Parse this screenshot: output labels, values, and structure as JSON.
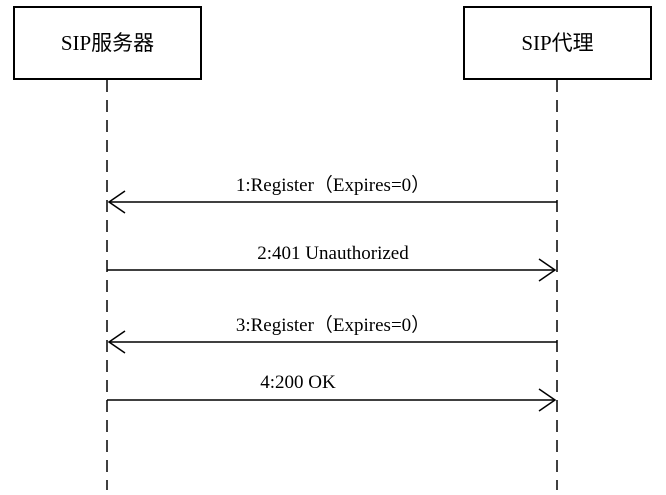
{
  "participants": {
    "server": "SIP服务器",
    "proxy": "SIP代理"
  },
  "messages": [
    {
      "label": "1:Register（Expires=0）",
      "from": "proxy",
      "to": "server"
    },
    {
      "label": "2:401 Unauthorized",
      "from": "server",
      "to": "proxy"
    },
    {
      "label": "3:Register（Expires=0）",
      "from": "proxy",
      "to": "server"
    },
    {
      "label": "4:200 OK",
      "from": "server",
      "to": "proxy"
    }
  ]
}
